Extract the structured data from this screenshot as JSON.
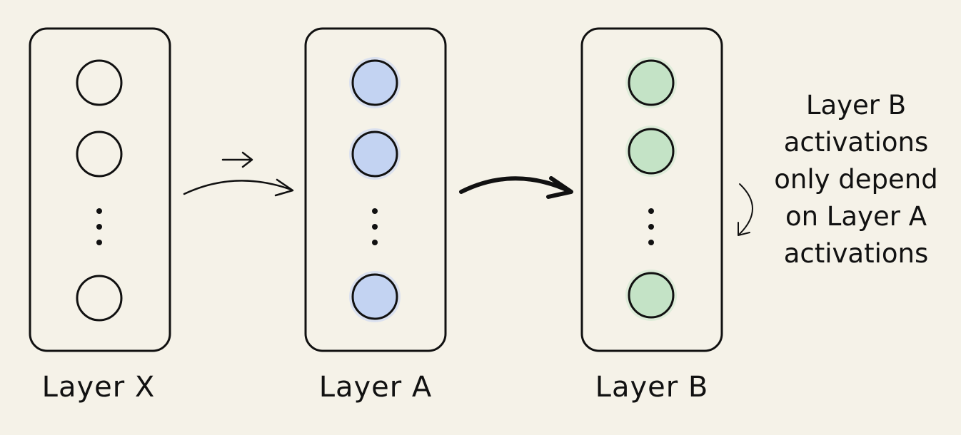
{
  "layers": [
    {
      "label": "Layer X",
      "fill": "#f5f2e8",
      "halo": "none"
    },
    {
      "label": "Layer A",
      "fill": "#c3d3f2",
      "halo": "#c9d6f3"
    },
    {
      "label": "Layer B",
      "fill": "#c4e3c6",
      "halo": "#cfe8cf"
    }
  ],
  "annotation": {
    "lines": [
      "Layer B",
      "activations",
      "only depend",
      "on Layer A",
      "activations"
    ]
  },
  "colors": {
    "background": "#f5f2e8",
    "stroke": "#111111"
  }
}
